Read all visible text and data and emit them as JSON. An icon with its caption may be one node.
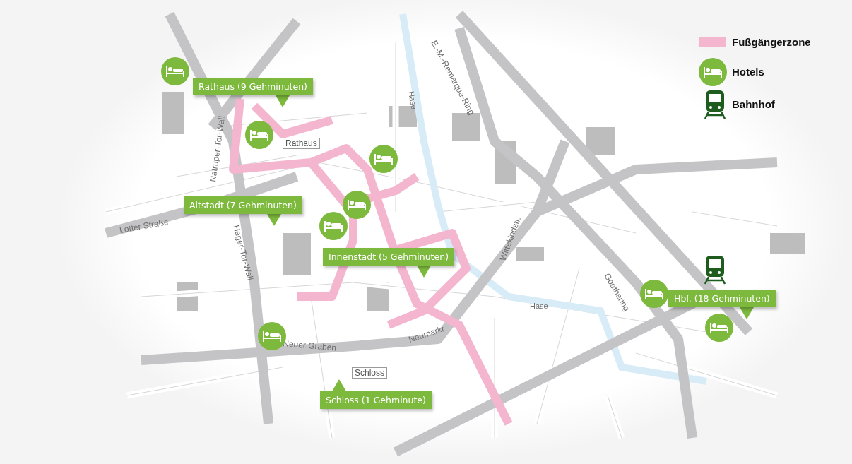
{
  "diagram": {
    "labels": [
      "Rathaus (9 Gehminuten)",
      "Altstadt (7 Gehminuten)",
      "Innenstadt (5 Gehminuten)",
      "Hbf. (18 Gehminuten)",
      "Schloss (1 Gehminute)",
      "Rathaus",
      "Schloss",
      "Natruper-Tor-Wall",
      "Heger-Tor-Wall",
      "Lotter Straße",
      "Neuer Graben",
      "Neumarkt",
      "Wittekindstr.",
      "Goethering",
      "Hase",
      "Hase",
      "E.-M.-Remarque-Ring"
    ],
    "legend": [
      {
        "text": "Fußgängerzone",
        "color": "#f4b6cf"
      },
      {
        "text": "Hotels"
      },
      {
        "text": "Bahnhof"
      }
    ]
  }
}
